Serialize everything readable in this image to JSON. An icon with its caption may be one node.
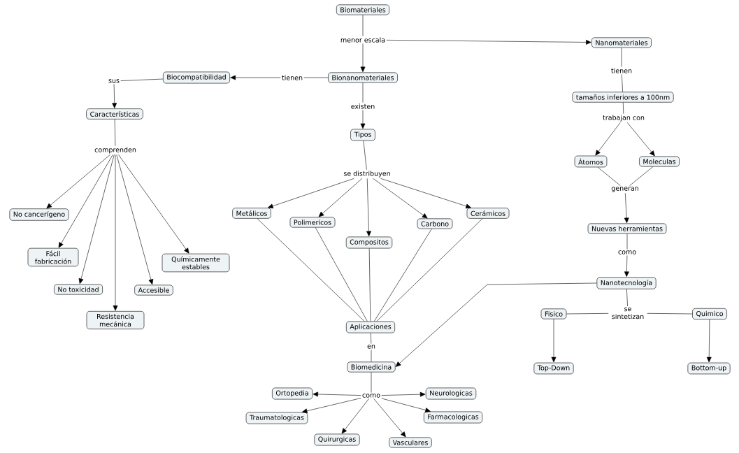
{
  "diagram": {
    "nodes": [
      {
        "text": [
          "Biomateriales"
        ]
      },
      {
        "text": [
          "menor escala"
        ]
      },
      {
        "text": [
          "Nanomateriales"
        ]
      },
      {
        "text": [
          "Bionanomateriales"
        ]
      },
      {
        "text": [
          "tienen"
        ]
      },
      {
        "text": [
          "Biocompatibilidad"
        ]
      },
      {
        "text": [
          "sus"
        ]
      },
      {
        "text": [
          "Características"
        ]
      },
      {
        "text": [
          "comprenden"
        ]
      },
      {
        "text": [
          "No cancerígeno"
        ]
      },
      {
        "text": [
          "Fácil fabricación"
        ]
      },
      {
        "text": [
          "No toxicidad"
        ]
      },
      {
        "text": [
          "Resistencia mecánica"
        ]
      },
      {
        "text": [
          "Accesible"
        ]
      },
      {
        "text": [
          "Químicamente estables"
        ]
      },
      {
        "text": [
          "existen"
        ]
      },
      {
        "text": [
          "Tipos"
        ]
      },
      {
        "text": [
          "se distribuyen"
        ]
      },
      {
        "text": [
          "Metálicos"
        ]
      },
      {
        "text": [
          "Polimericos"
        ]
      },
      {
        "text": [
          "Compositos"
        ]
      },
      {
        "text": [
          "Carbono"
        ]
      },
      {
        "text": [
          "Cerámicos"
        ]
      },
      {
        "text": [
          "Aplicaciones"
        ]
      },
      {
        "text": [
          "en"
        ]
      },
      {
        "text": [
          "Biomedicina"
        ]
      },
      {
        "text": [
          "como"
        ]
      },
      {
        "text": [
          "Ortopedia"
        ]
      },
      {
        "text": [
          "Neurologicas"
        ]
      },
      {
        "text": [
          "Traumatologicas"
        ]
      },
      {
        "text": [
          "Farmacologicas"
        ]
      },
      {
        "text": [
          "Quirurgicas"
        ]
      },
      {
        "text": [
          "Vasculares"
        ]
      },
      {
        "text": [
          "tienen"
        ]
      },
      {
        "text": [
          "tamaños inferiores a 100nm"
        ]
      },
      {
        "text": [
          "trabajan con"
        ]
      },
      {
        "text": [
          "Átomos"
        ]
      },
      {
        "text": [
          "Moleculas"
        ]
      },
      {
        "text": [
          "generan"
        ]
      },
      {
        "text": [
          "Nuevas herramientas"
        ]
      },
      {
        "text": [
          "como"
        ]
      },
      {
        "text": [
          "Nanotecnología"
        ]
      },
      {
        "text": [
          "se sintetizan"
        ]
      },
      {
        "text": [
          "Fisico"
        ]
      },
      {
        "text": [
          "Quimico"
        ]
      },
      {
        "text": [
          "Top-Down"
        ]
      },
      {
        "text": [
          "Bottom-up"
        ]
      }
    ],
    "edges": [
      {
        "from": 0,
        "to": 1,
        "arrow": "none"
      },
      {
        "from": 1,
        "to": 3,
        "arrow": "to"
      },
      {
        "from": 1,
        "to": 2,
        "arrow": "to"
      },
      {
        "from": 3,
        "to": 4,
        "arrow": "none"
      },
      {
        "from": 4,
        "to": 5,
        "arrow": "to"
      },
      {
        "from": 5,
        "to": 6,
        "arrow": "none"
      },
      {
        "from": 6,
        "to": 7,
        "arrow": "to"
      },
      {
        "from": 7,
        "to": 8,
        "arrow": "none"
      },
      {
        "from": 8,
        "to": 9,
        "arrow": "to"
      },
      {
        "from": 8,
        "to": 10,
        "arrow": "to"
      },
      {
        "from": 8,
        "to": 11,
        "arrow": "to"
      },
      {
        "from": 8,
        "to": 12,
        "arrow": "to"
      },
      {
        "from": 8,
        "to": 13,
        "arrow": "to"
      },
      {
        "from": 8,
        "to": 14,
        "arrow": "to"
      },
      {
        "from": 3,
        "to": 15,
        "arrow": "none"
      },
      {
        "from": 15,
        "to": 16,
        "arrow": "to"
      },
      {
        "from": 16,
        "to": 17,
        "arrow": "none"
      },
      {
        "from": 17,
        "to": 18,
        "arrow": "to"
      },
      {
        "from": 17,
        "to": 19,
        "arrow": "to"
      },
      {
        "from": 17,
        "to": 20,
        "arrow": "to"
      },
      {
        "from": 17,
        "to": 21,
        "arrow": "to"
      },
      {
        "from": 17,
        "to": 22,
        "arrow": "to"
      },
      {
        "from": 18,
        "to": 23,
        "arrow": "none"
      },
      {
        "from": 19,
        "to": 23,
        "arrow": "none"
      },
      {
        "from": 20,
        "to": 23,
        "arrow": "none"
      },
      {
        "from": 21,
        "to": 23,
        "arrow": "none"
      },
      {
        "from": 22,
        "to": 23,
        "arrow": "none"
      },
      {
        "from": 23,
        "to": 24,
        "arrow": "none"
      },
      {
        "from": 24,
        "to": 25,
        "arrow": "none"
      },
      {
        "from": 25,
        "to": 26,
        "arrow": "none"
      },
      {
        "from": 26,
        "to": 27,
        "arrow": "to"
      },
      {
        "from": 26,
        "to": 28,
        "arrow": "to"
      },
      {
        "from": 26,
        "to": 29,
        "arrow": "to"
      },
      {
        "from": 26,
        "to": 30,
        "arrow": "to"
      },
      {
        "from": 26,
        "to": 31,
        "arrow": "to"
      },
      {
        "from": 26,
        "to": 32,
        "arrow": "to"
      },
      {
        "from": 41,
        "to": 25,
        "arrow": "to"
      },
      {
        "from": 2,
        "to": 33,
        "arrow": "none"
      },
      {
        "from": 33,
        "to": 34,
        "arrow": "none"
      },
      {
        "from": 34,
        "to": 35,
        "arrow": "none"
      },
      {
        "from": 35,
        "to": 36,
        "arrow": "to"
      },
      {
        "from": 35,
        "to": 37,
        "arrow": "to"
      },
      {
        "from": 36,
        "to": 38,
        "arrow": "none"
      },
      {
        "from": 37,
        "to": 38,
        "arrow": "none"
      },
      {
        "from": 38,
        "to": 39,
        "arrow": "to"
      },
      {
        "from": 39,
        "to": 40,
        "arrow": "none"
      },
      {
        "from": 40,
        "to": 41,
        "arrow": "to"
      },
      {
        "from": 41,
        "to": 42,
        "arrow": "none"
      },
      {
        "from": 42,
        "to": 43,
        "arrow": "none"
      },
      {
        "from": 42,
        "to": 44,
        "arrow": "none"
      },
      {
        "from": 43,
        "to": 45,
        "arrow": "to"
      },
      {
        "from": 44,
        "to": 46,
        "arrow": "to"
      }
    ]
  }
}
